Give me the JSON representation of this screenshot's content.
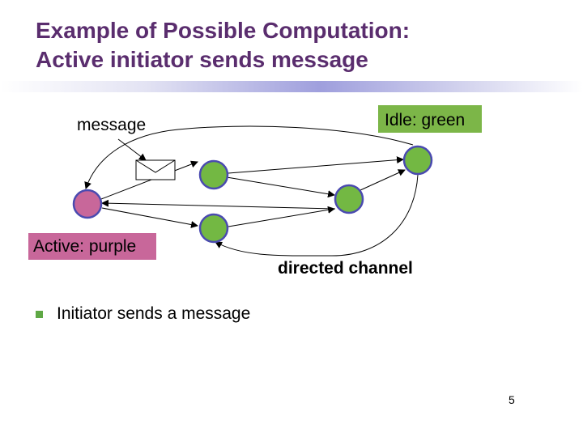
{
  "slide": {
    "title_line1": "Example of Possible Computation:",
    "title_line2": "Active initiator sends message",
    "page_number": "5"
  },
  "diagram": {
    "legend_idle": "Idle: green",
    "legend_active": "Active: purple",
    "label_message": "message",
    "label_channel": "directed channel",
    "colors": {
      "idle_node": "#73b843",
      "active_node": "#c8679a",
      "node_border": "#4a4ab0",
      "title": "#5a2d6e"
    },
    "nodes": [
      {
        "id": "initiator",
        "state": "active"
      },
      {
        "id": "upper-middle",
        "state": "idle"
      },
      {
        "id": "lower-middle",
        "state": "idle"
      },
      {
        "id": "right-center",
        "state": "idle"
      },
      {
        "id": "far-right",
        "state": "idle"
      }
    ],
    "edges": [
      {
        "from": "initiator",
        "to": "upper-middle"
      },
      {
        "from": "upper-middle",
        "to": "far-right"
      },
      {
        "from": "upper-middle",
        "to": "right-center"
      },
      {
        "from": "right-center",
        "to": "far-right"
      },
      {
        "from": "right-center",
        "to": "initiator"
      },
      {
        "from": "initiator",
        "to": "lower-middle"
      },
      {
        "from": "lower-middle",
        "to": "right-center"
      },
      {
        "from": "far-right",
        "to": "lower-middle"
      },
      {
        "from": "far-right",
        "to": "initiator"
      }
    ]
  },
  "bullets": [
    {
      "text": "Initiator sends a message"
    }
  ]
}
